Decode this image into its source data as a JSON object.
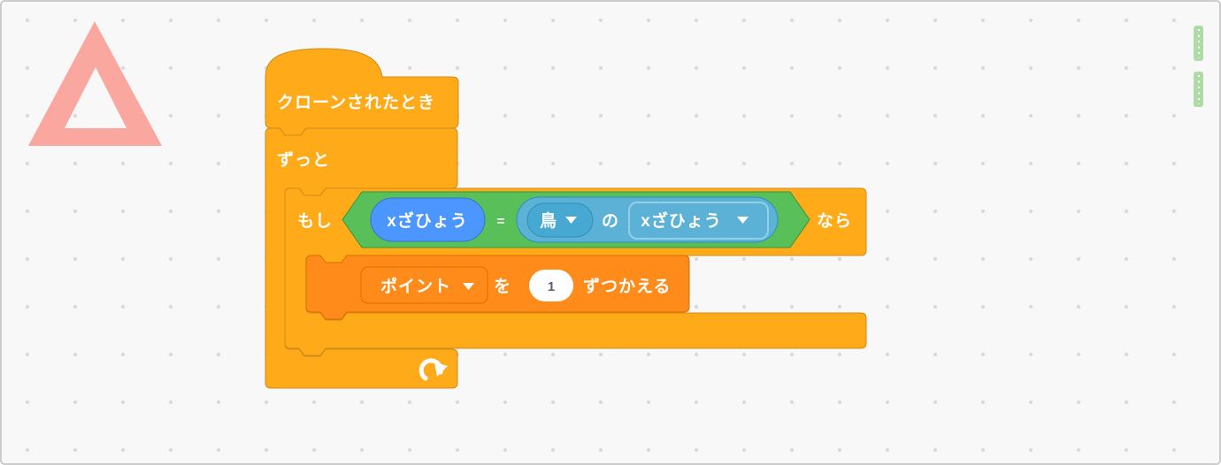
{
  "workspace": {
    "background_color": "#F8F8F8",
    "grid_dot_color": "#D6D6D6",
    "border_color": "#CCCCCC"
  },
  "watermark": {
    "shape": "triangle-outline",
    "color": "#FAA7A0"
  },
  "edge_fragments": {
    "color": "#AEDBA6",
    "count": 2
  },
  "colors": {
    "control_fill": "#FFAB19",
    "control_border": "#CF8B17",
    "variables_fill": "#FF8C1A",
    "variables_border": "#DB6E00",
    "operators_fill": "#59C059",
    "operators_border": "#389438",
    "motion_fill": "#4C97FF",
    "motion_border": "#3373CC",
    "sensing_fill": "#5CB1D6",
    "sensing_dropdown_fill": "#47A8D1",
    "sensing_border": "#2E8EB8",
    "sensing_dropdown_light_border": "#94CFE8",
    "label_text": "#FFFFFF",
    "input_text": "#575E75",
    "input_fill": "#FFFFFF"
  },
  "script": {
    "hat": {
      "label": "クローンされたとき"
    },
    "forever": {
      "label": "ずっと"
    },
    "if_block": {
      "if_label": "もし",
      "then_label": "なら"
    },
    "condition": {
      "left_operand": "xざひょう",
      "operator": "=",
      "sprite_dropdown_value": "鳥",
      "of_label": "の",
      "property_dropdown_value": "xざひょう"
    },
    "change_variable": {
      "variable_dropdown_value": "ポイント",
      "particle": "を",
      "value": "1",
      "suffix_label": "ずつかえる"
    }
  }
}
